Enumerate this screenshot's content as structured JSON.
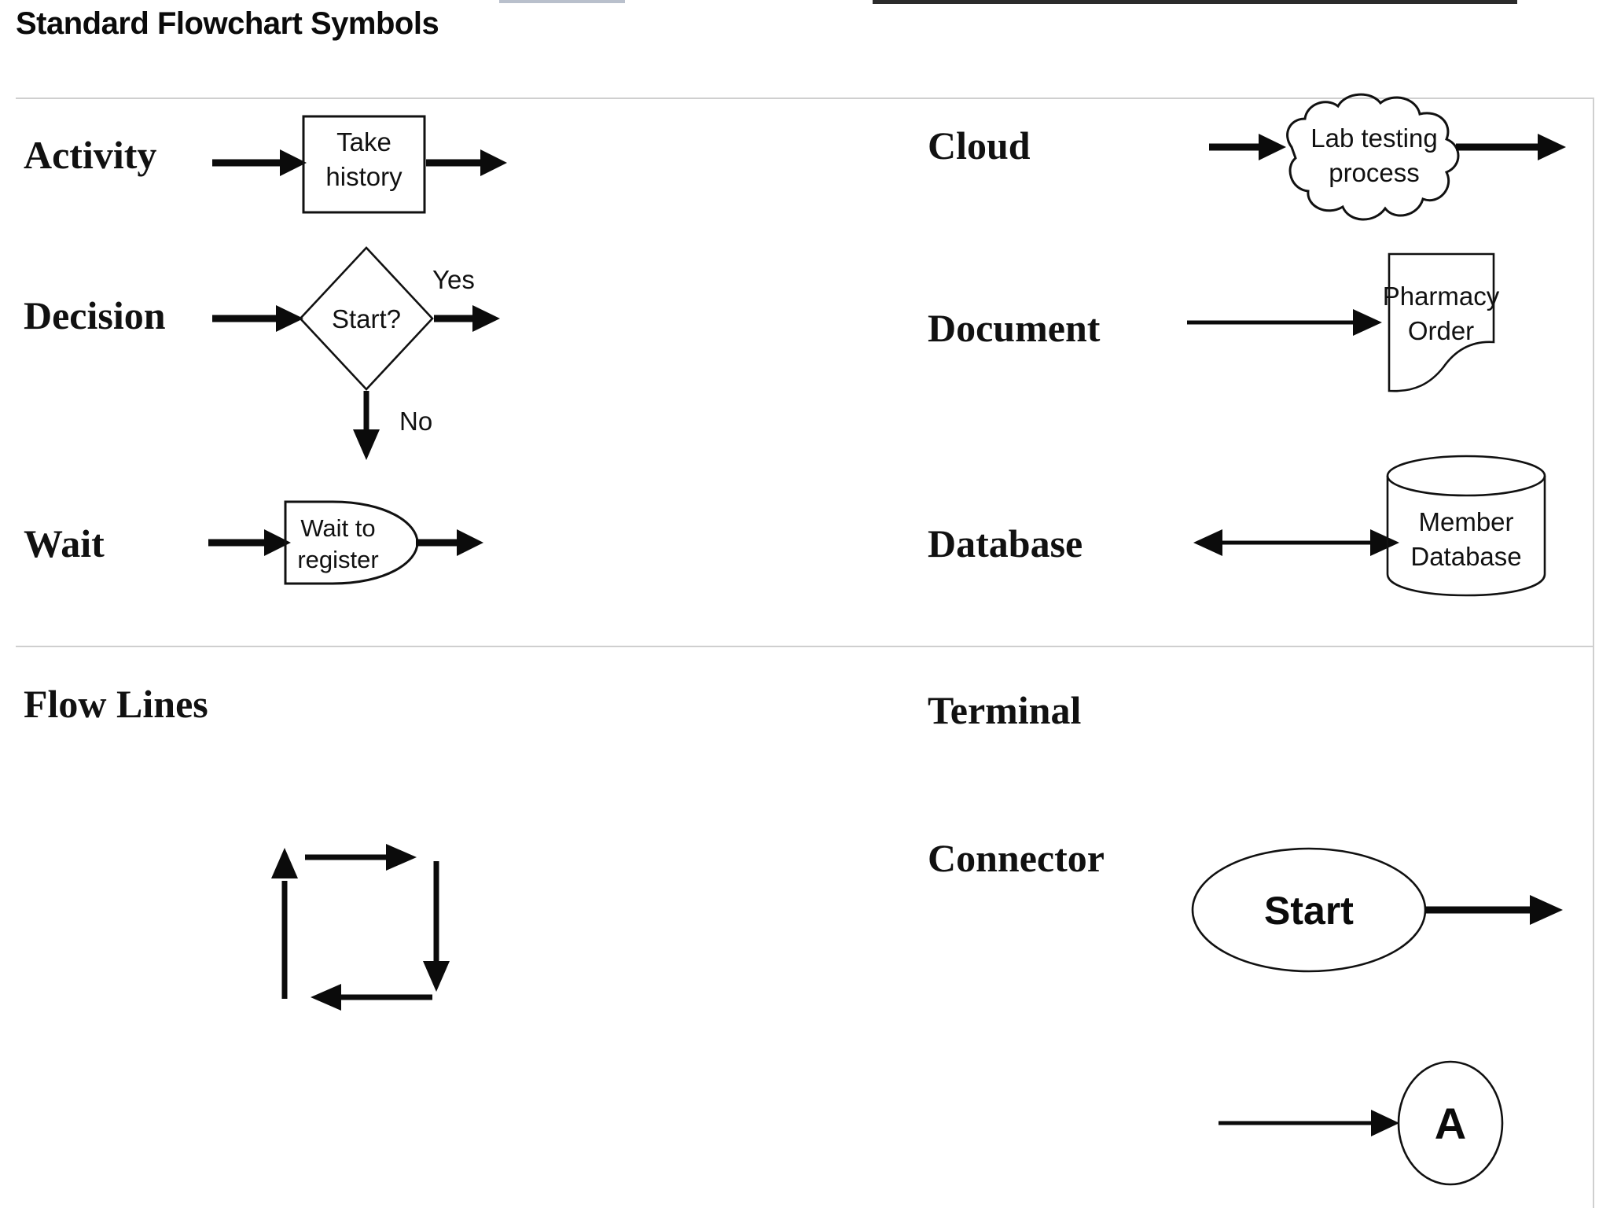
{
  "page": {
    "title": "Standard Flowchart Symbols"
  },
  "symbols": {
    "activity": {
      "label": "Activity",
      "shape": "rectangle",
      "text_line1": "Take",
      "text_line2": "history",
      "in_arrow": true,
      "out_arrow": true
    },
    "decision": {
      "label": "Decision",
      "shape": "diamond",
      "text_line1": "Start?",
      "text_line2": "",
      "branch_yes": "Yes",
      "branch_no": "No",
      "in_arrow": true,
      "out_arrow": true
    },
    "wait": {
      "label": "Wait",
      "shape": "d-shape",
      "text_line1": "Wait to",
      "text_line2": "register",
      "in_arrow": true,
      "out_arrow": true
    },
    "flowlines": {
      "label": "Flow Lines",
      "shape": "loop",
      "text_line1": "",
      "text_line2": "",
      "in_arrow": false,
      "out_arrow": false
    },
    "cloud": {
      "label": "Cloud",
      "shape": "cloud",
      "text_line1": "Lab testing",
      "text_line2": "process",
      "in_arrow": true,
      "out_arrow": true
    },
    "document": {
      "label": "Document",
      "shape": "document",
      "text_line1": "Pharmacy",
      "text_line2": "Order",
      "in_arrow": true,
      "out_arrow": false
    },
    "database": {
      "label": "Database",
      "shape": "cylinder",
      "text_line1": "Member",
      "text_line2": "Database",
      "in_arrow": true,
      "out_arrow": false,
      "bidirectional": true
    },
    "terminal": {
      "label": "Terminal",
      "shape": "ellipse",
      "text_line1": "Start",
      "text_line2": "",
      "in_arrow": false,
      "out_arrow": true
    },
    "connector": {
      "label": "Connector",
      "shape": "circle",
      "text_line1": "A",
      "text_line2": "",
      "in_arrow": true,
      "out_arrow": false
    }
  },
  "colors": {
    "ink": "#111111",
    "rule": "#cfcfcf",
    "background": "#ffffff"
  }
}
